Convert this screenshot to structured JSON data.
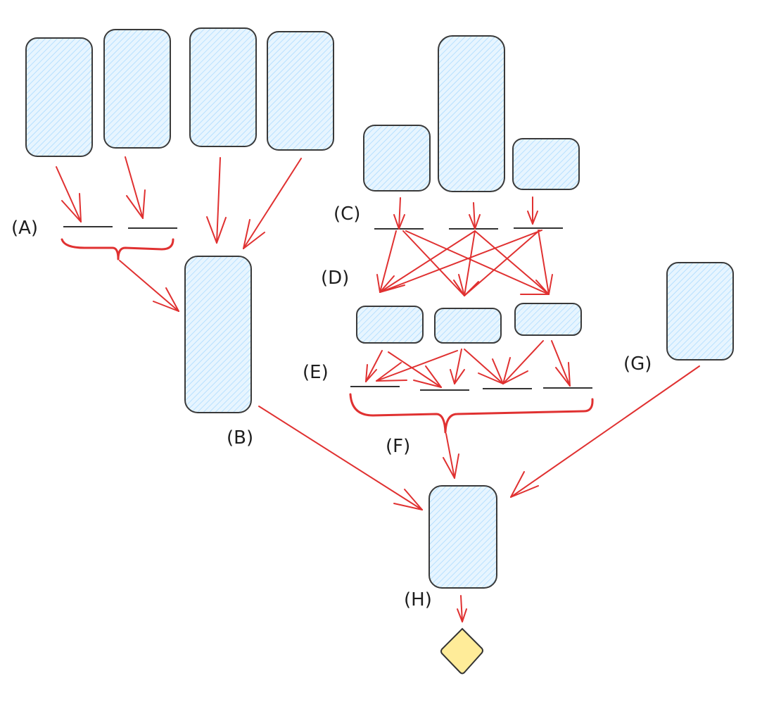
{
  "diagram": {
    "title": "",
    "labels": {
      "A": "(A)",
      "B": "(B)",
      "C": "(C)",
      "D": "(D)",
      "E": "(E)",
      "F": "(F)",
      "G": "(G)",
      "H": "(H)"
    },
    "colors": {
      "box_fill": "#dbeefb",
      "box_stroke": "#3a3a3a",
      "arrow": "#e03131",
      "diamond_fill": "#ffec99"
    },
    "nodes": [
      {
        "id": "top-left-1",
        "shape": "rounded-rect"
      },
      {
        "id": "top-left-2",
        "shape": "rounded-rect"
      },
      {
        "id": "top-left-3",
        "shape": "rounded-rect"
      },
      {
        "id": "top-left-4",
        "shape": "rounded-rect"
      },
      {
        "id": "B",
        "shape": "rounded-rect"
      },
      {
        "id": "C-1",
        "shape": "rounded-rect"
      },
      {
        "id": "C-2",
        "shape": "rounded-rect"
      },
      {
        "id": "C-3",
        "shape": "rounded-rect"
      },
      {
        "id": "D-1",
        "shape": "rounded-rect"
      },
      {
        "id": "D-2",
        "shape": "rounded-rect"
      },
      {
        "id": "D-3",
        "shape": "rounded-rect"
      },
      {
        "id": "G",
        "shape": "rounded-rect"
      },
      {
        "id": "H",
        "shape": "rounded-rect"
      },
      {
        "id": "output",
        "shape": "diamond"
      }
    ]
  }
}
